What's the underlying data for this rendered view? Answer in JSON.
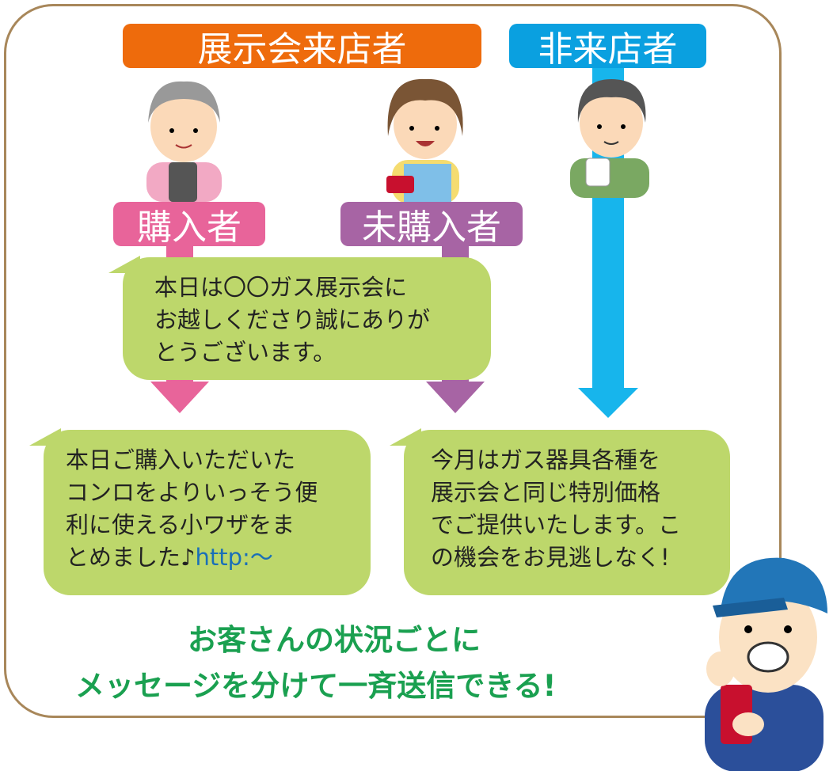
{
  "labels": {
    "visitors": "展示会来店者",
    "non_visitors": "非来店者",
    "buyers": "購入者",
    "non_buyers": "未購入者"
  },
  "messages": {
    "thanks": "本日は〇〇ガス展示会に\nお越しくださり誠にありが\nとうございます。",
    "buyers": "本日ご購入いただいた\nコンロをよりいっそう便\n利に使える小ワザをま\nとめました♪",
    "buyers_link": "http:～",
    "others": "今月はガス器具各種を\n展示会と同じ特別価格\nでご提供いたします。こ\nの機会をお見逃しなく!"
  },
  "caption": {
    "line1": "お客さんの状況ごとに",
    "line2": "メッセージを分けて一斉送信できる!"
  },
  "colors": {
    "visitors": "#ee6b0c",
    "non_visitors": "#0aa0e0",
    "buyers": "#e8649a",
    "non_buyers": "#a764a4",
    "bubble": "#bdd76b",
    "caption": "#1aa050",
    "frame": "#a8875a"
  }
}
